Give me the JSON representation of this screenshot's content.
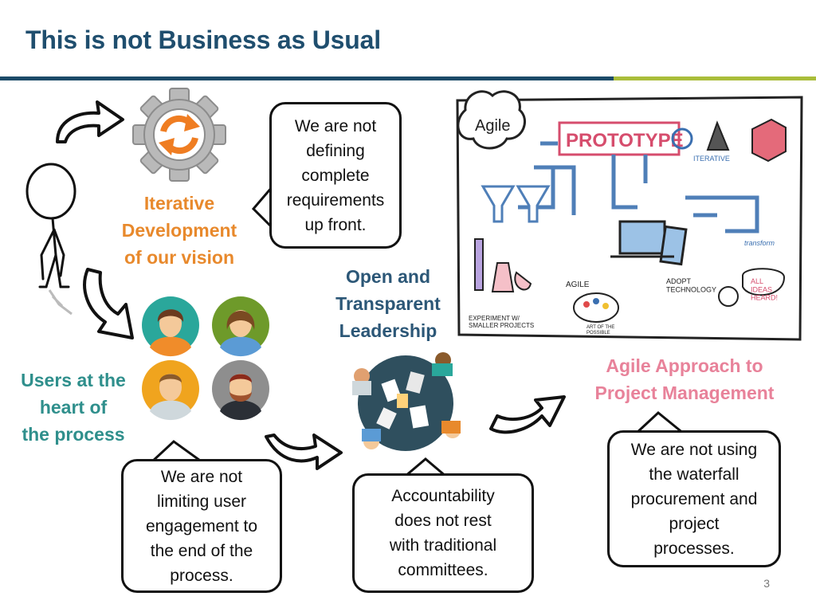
{
  "slide": {
    "title": "This is not Business as Usual",
    "page_number": "3"
  },
  "labels": {
    "iterative": "Iterative\nDevelopment\nof our vision",
    "users": "Users at the\nheart of\nthe process",
    "leadership": "Open and\nTransparent\nLeadership",
    "agile": "Agile Approach to\nProject Management"
  },
  "bubbles": {
    "requirements": "We are not\ndefining\ncomplete\nrequirements\nup front.",
    "engagement": "We are not\nlimiting user\nengagement to\nthe end of the\nprocess.",
    "accountability": "Accountability\ndoes not rest\nwith traditional\ncommittees.",
    "waterfall": "We are not using\nthe waterfall\nprocurement and\nproject\nprocesses."
  },
  "sketch": {
    "agile_word": "Agile",
    "prototype_word": "PROTOTYPE",
    "iterative_word": "ITERATIVE",
    "agile_small": "AGILE",
    "adopt_technology": "ADOPT\nTECHNOLOGY",
    "experiment": "EXPERIMENT W/\nSMALLER PROJECTS",
    "art_of_possible": "ART OF THE\nPOSSIBLE",
    "ideas_heard": "ALL\nIDEAS\nHEARD!",
    "transform": "transform"
  },
  "colors": {
    "title": "#1f4e6e",
    "orange": "#e8892c",
    "teal": "#2f8f8c",
    "navy": "#2c5777",
    "pink": "#e8829a",
    "bar_navy": "#1c4a68",
    "bar_green": "#a9bd3a"
  }
}
